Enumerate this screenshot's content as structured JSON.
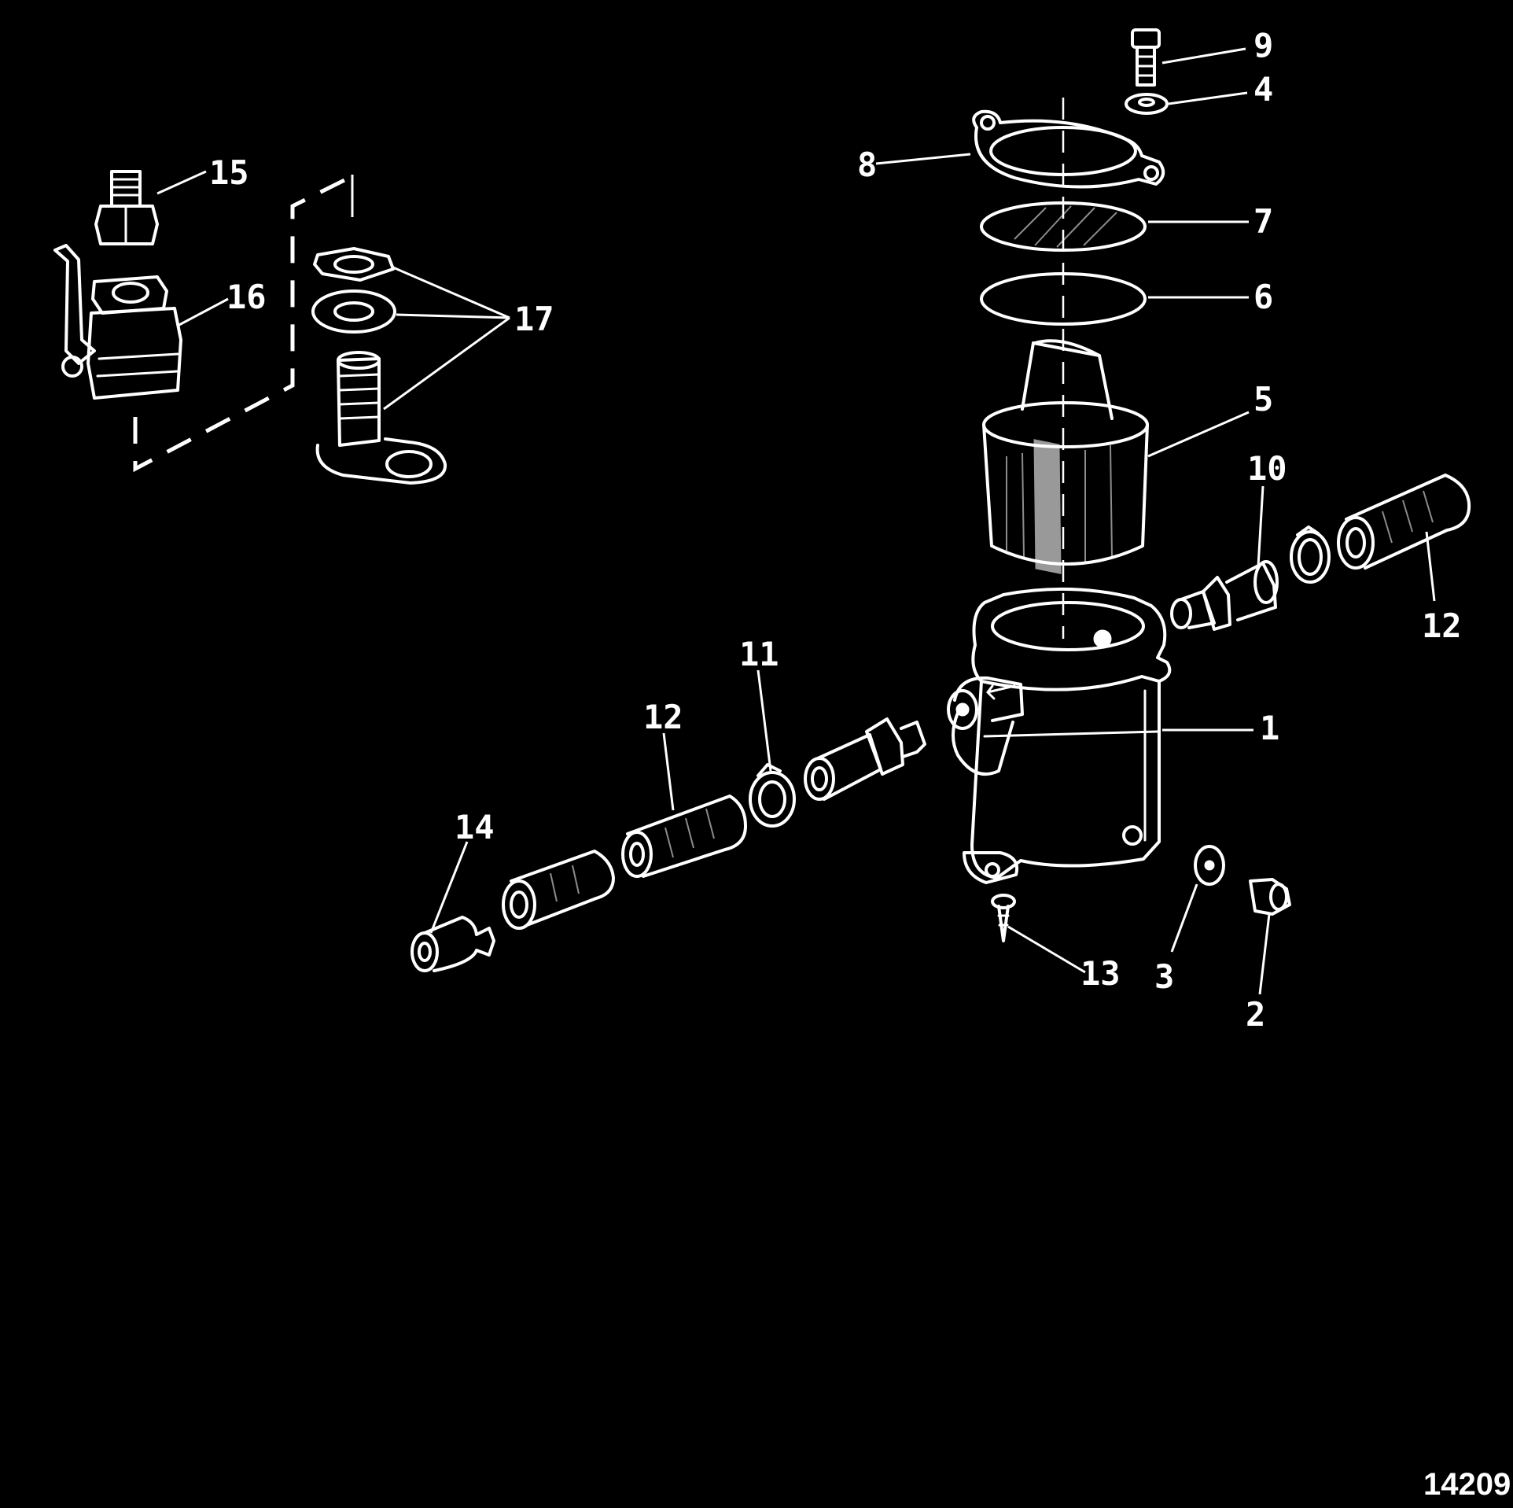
{
  "callouts": {
    "c1": "1",
    "c2": "2",
    "c3": "3",
    "c4": "4",
    "c5": "5",
    "c6": "6",
    "c7": "7",
    "c8": "8",
    "c9": "9",
    "c10": "10",
    "c11": "11",
    "c12a": "12",
    "c12b": "12",
    "c13": "13",
    "c14": "14",
    "c15": "15",
    "c16": "16",
    "c17": "17"
  },
  "figure_number": "14209"
}
